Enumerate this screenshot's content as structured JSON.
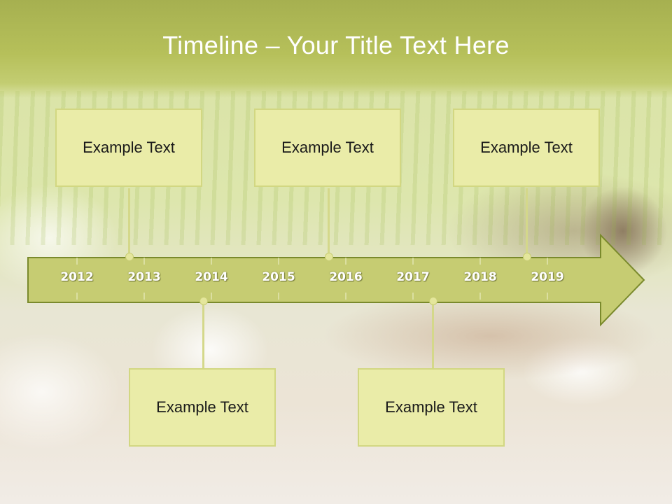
{
  "slide": {
    "title": "Timeline – Your Title Text Here"
  },
  "timeline": {
    "years": [
      "2012",
      "2013",
      "2014",
      "2015",
      "2016",
      "2017",
      "2018",
      "2019"
    ],
    "events_top": [
      {
        "label": "Example Text"
      },
      {
        "label": "Example Text"
      },
      {
        "label": "Example Text"
      }
    ],
    "events_bottom": [
      {
        "label": "Example Text"
      },
      {
        "label": "Example Text"
      }
    ]
  },
  "colors": {
    "arrow_fill": "#c6cc72",
    "arrow_border": "#7a8a2c",
    "card_fill": "#eaeca8",
    "header": "#b2bc58"
  }
}
